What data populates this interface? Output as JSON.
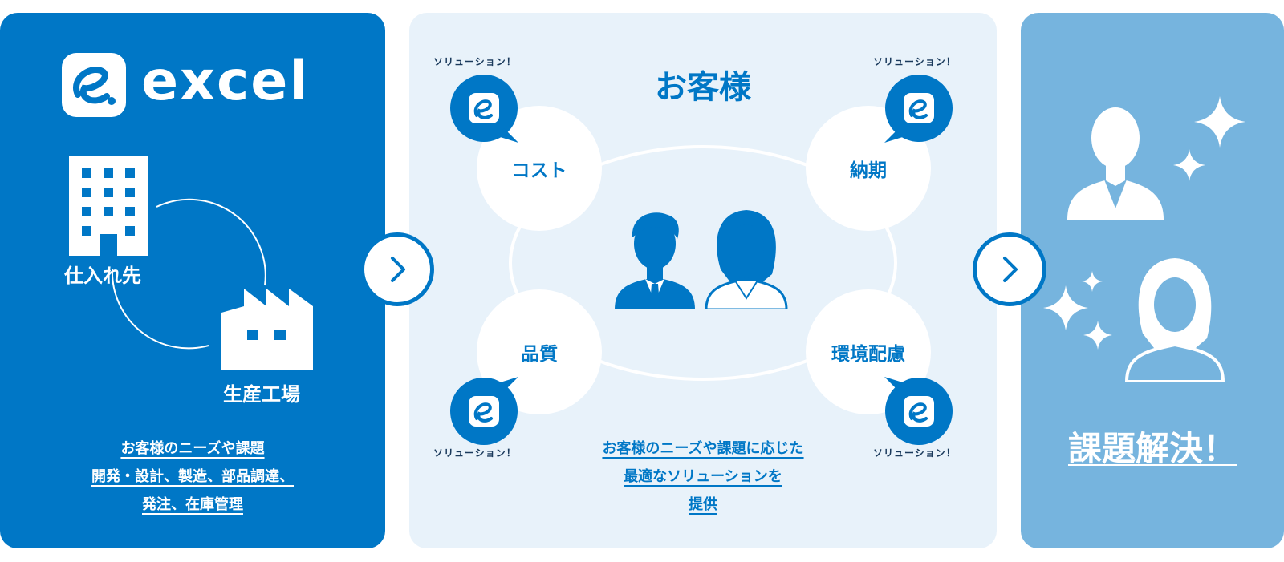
{
  "brand": {
    "name": "excel"
  },
  "left_panel": {
    "supplier_label": "仕入れ先",
    "factory_label": "生産工場",
    "description_lines": [
      "お客様のニーズや課題",
      "開発・設計、製造、部品調達、",
      "発注、在庫管理"
    ]
  },
  "center_panel": {
    "title": "お客様",
    "topics": [
      "コスト",
      "納期",
      "品質",
      "環境配慮"
    ],
    "solution_label": "ソリューション！",
    "description_lines": [
      "お客様のニーズや課題に応じた",
      "最適なソリューションを",
      "提供"
    ]
  },
  "right_panel": {
    "result_label": "課題解決！"
  },
  "colors": {
    "primary": "#0077c6",
    "center_bg": "#e8f2fa",
    "right_bg": "#76b4de",
    "white": "#ffffff"
  },
  "icons": [
    "building-icon",
    "factory-icon",
    "next-arrow-icon",
    "businessman-icon",
    "businesswoman-icon",
    "sparkle-icon",
    "excel-logo-icon"
  ]
}
